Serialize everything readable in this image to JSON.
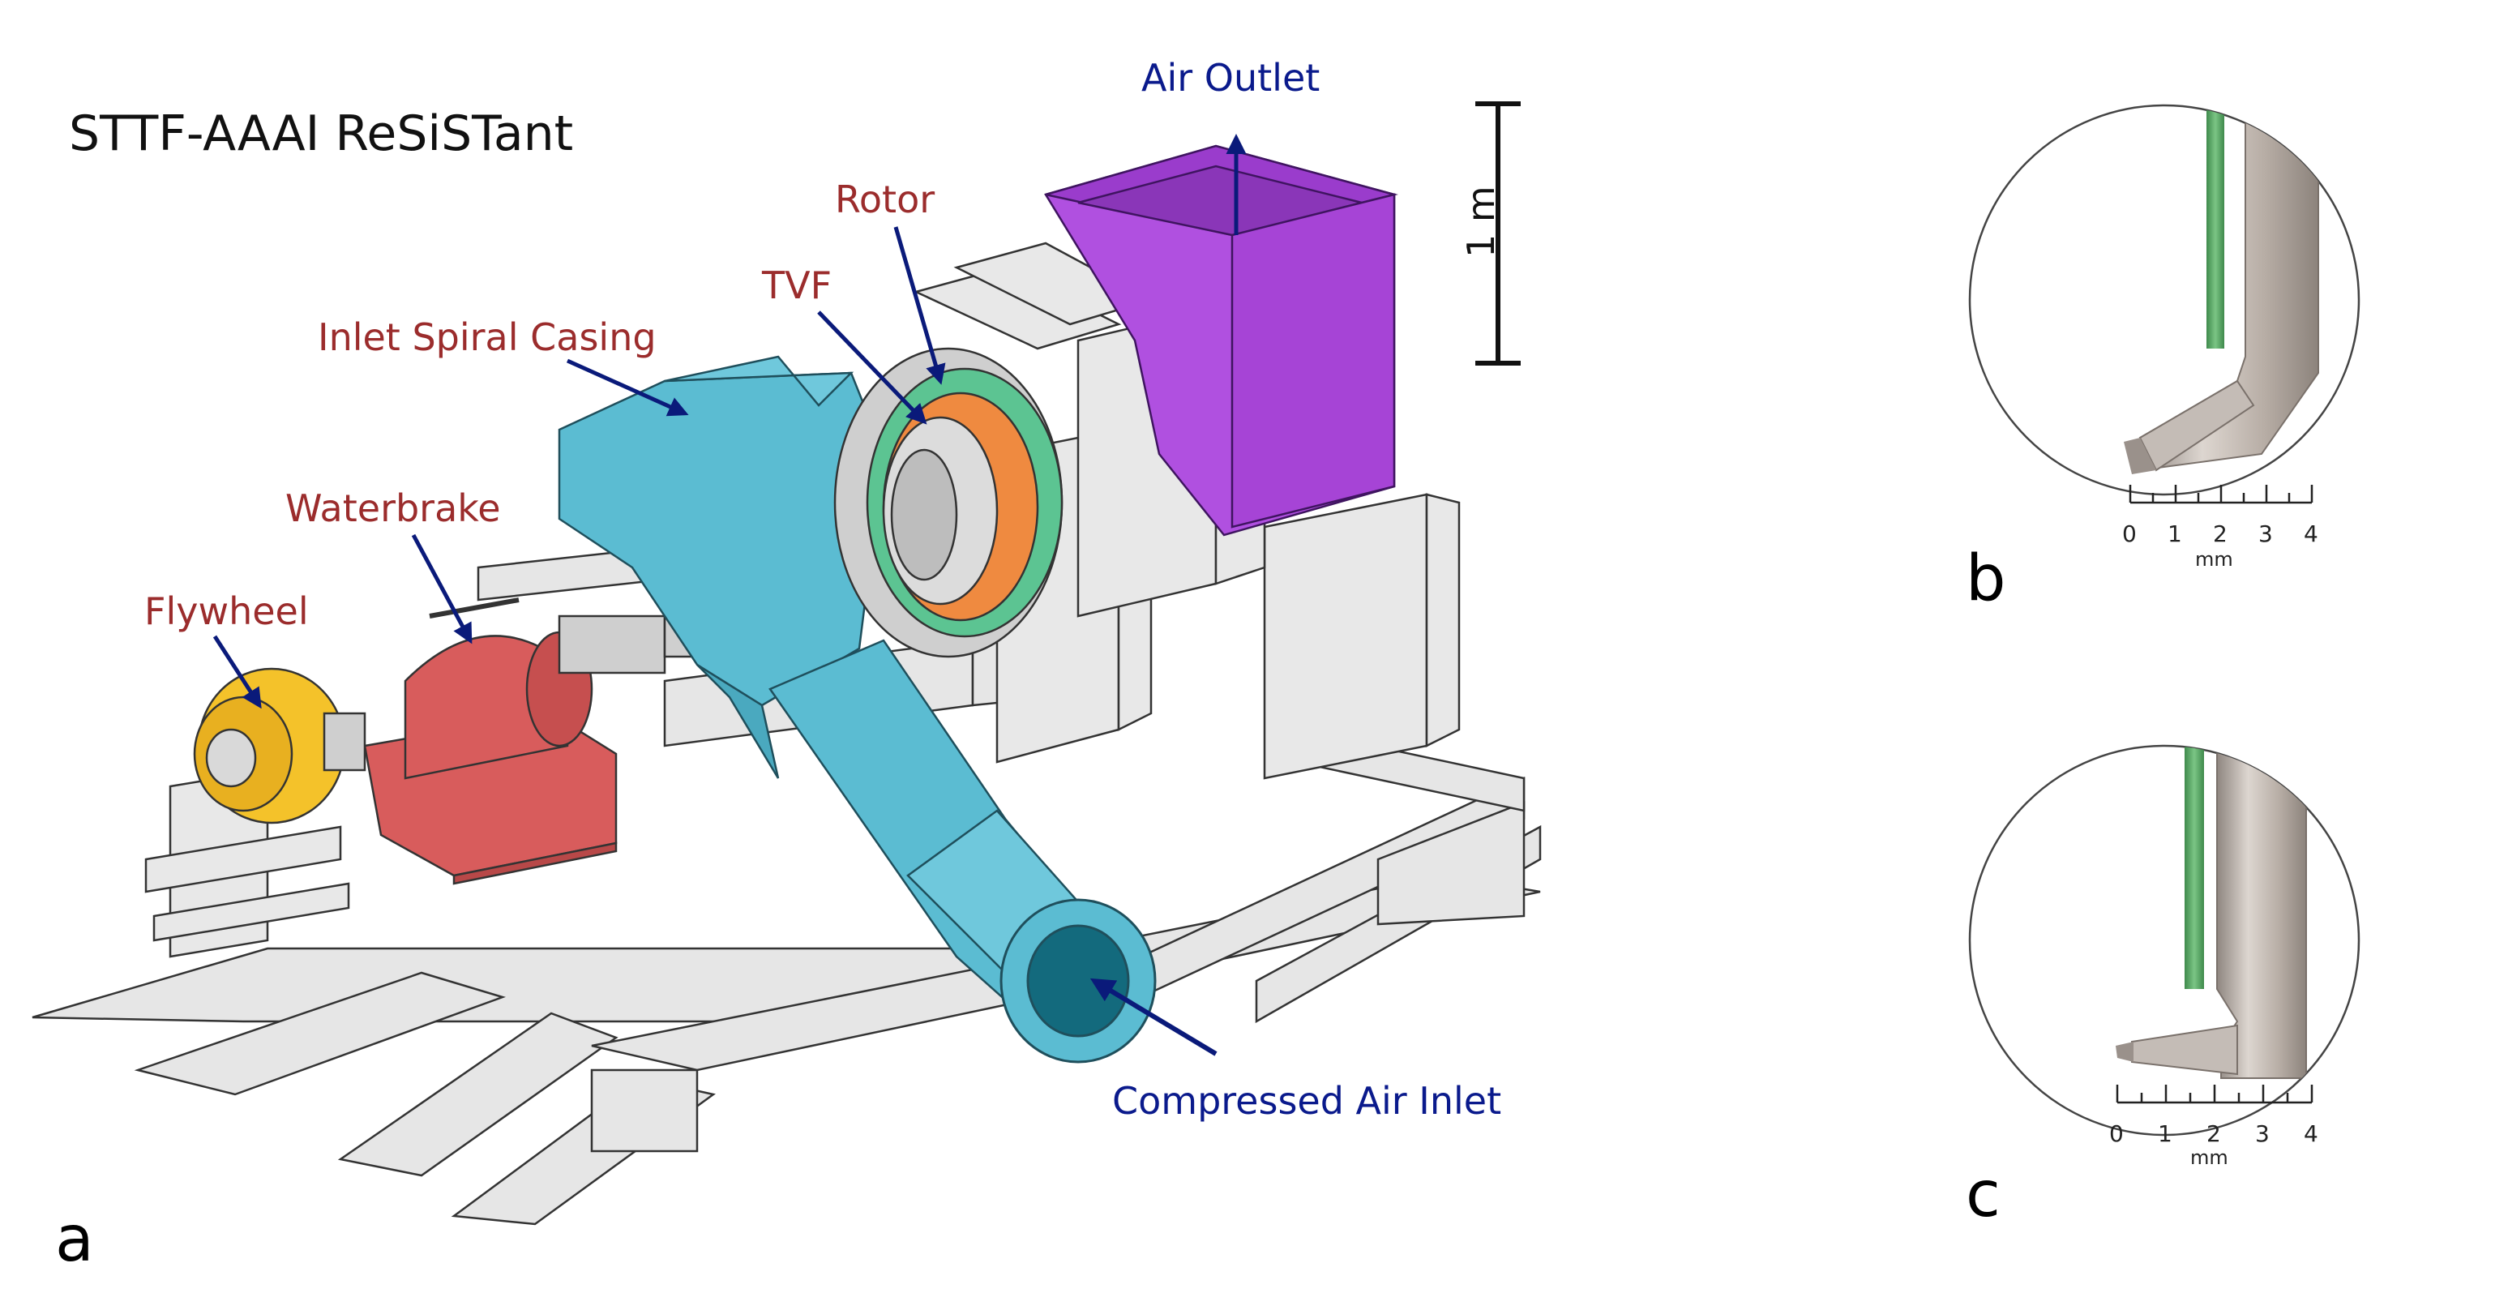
{
  "figure": {
    "title": "STTF-AAAI  ReSiSTant",
    "panel_a": "a",
    "panel_b": "b",
    "panel_c": "c",
    "scale_bar_label": "1 m"
  },
  "components": {
    "air_outlet": "Air Outlet",
    "rotor": "Rotor",
    "tvf": "TVF",
    "inlet_spiral_casing": "Inlet Spiral Casing",
    "waterbrake": "Waterbrake",
    "flywheel": "Flywheel",
    "compressed_air_inlet": "Compressed Air Inlet"
  },
  "rulers": {
    "ticks": [
      "0",
      "1",
      "2",
      "3",
      "4"
    ],
    "unit": "mm"
  },
  "colors": {
    "label_red": "#9b2c2c",
    "label_blue": "#0a1a8c",
    "arrow": "#0a1a7a",
    "spiral_casing": "#5bbcd2",
    "outlet": "#b050e0",
    "waterbrake": "#d85c5c",
    "flywheel": "#f4c22a",
    "frame": "#e6e6e6",
    "rotor_green": "#5cc492",
    "tvf_orange": "#ef8a40",
    "probe_green": "#5aa766",
    "probe_metal": "#b7ada5"
  }
}
